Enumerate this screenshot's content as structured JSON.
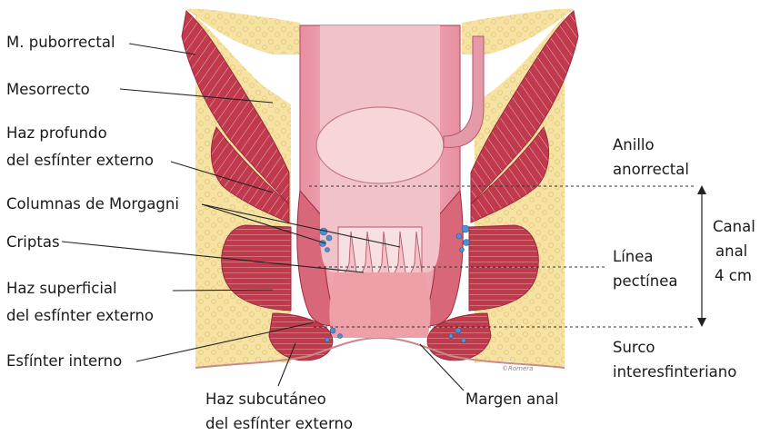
{
  "labels": {
    "puborrectal": "M. puborrectal",
    "mesorrecto": "Mesorrecto",
    "haz_profundo_1": "Haz profundo",
    "haz_profundo_2": "del esfínter externo",
    "columnas": "Columnas de Morgagni",
    "criptas": "Criptas",
    "haz_superficial_1": "Haz superficial",
    "haz_superficial_2": "del esfínter externo",
    "esfinter_interno": "Esfínter interno",
    "haz_subcutaneo_1": "Haz subcutáneo",
    "haz_subcutaneo_2": "del esfínter externo",
    "margen_anal": "Margen anal",
    "anillo_1": "Anillo",
    "anillo_2": "anorrectal",
    "linea_1": "Línea",
    "linea_2": "pectínea",
    "surco_1": "Surco",
    "surco_2": "interesfinteriano",
    "canal_1": "Canal",
    "canal_2": "anal",
    "canal_3": "4 cm",
    "credit": "©Romera"
  },
  "colors": {
    "fat": "#f6e3a4",
    "fat_outline": "#e2c878",
    "muscle": "#c0394f",
    "muscle_dark": "#9e2a3e",
    "muscle_stripe": "#e8b8a4",
    "rectal_wall": "#e49aa8",
    "mucosa": "#f2c9cd",
    "lumen": "#f7d6d8",
    "anal_canal": "#eea0a8",
    "vessel": "#4f8fd1"
  }
}
